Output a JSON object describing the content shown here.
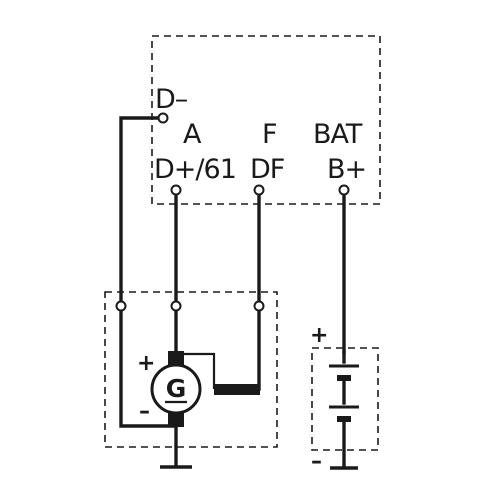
{
  "regulator": {
    "d_minus": "D–",
    "a": "A",
    "d_plus": "D+/61",
    "f": "F",
    "df": "DF",
    "bat": "BAT",
    "b_plus": "B+"
  },
  "generator": {
    "symbol": "G",
    "plus": "+",
    "minus": "–"
  },
  "battery": {
    "plus": "+",
    "minus": "–"
  }
}
